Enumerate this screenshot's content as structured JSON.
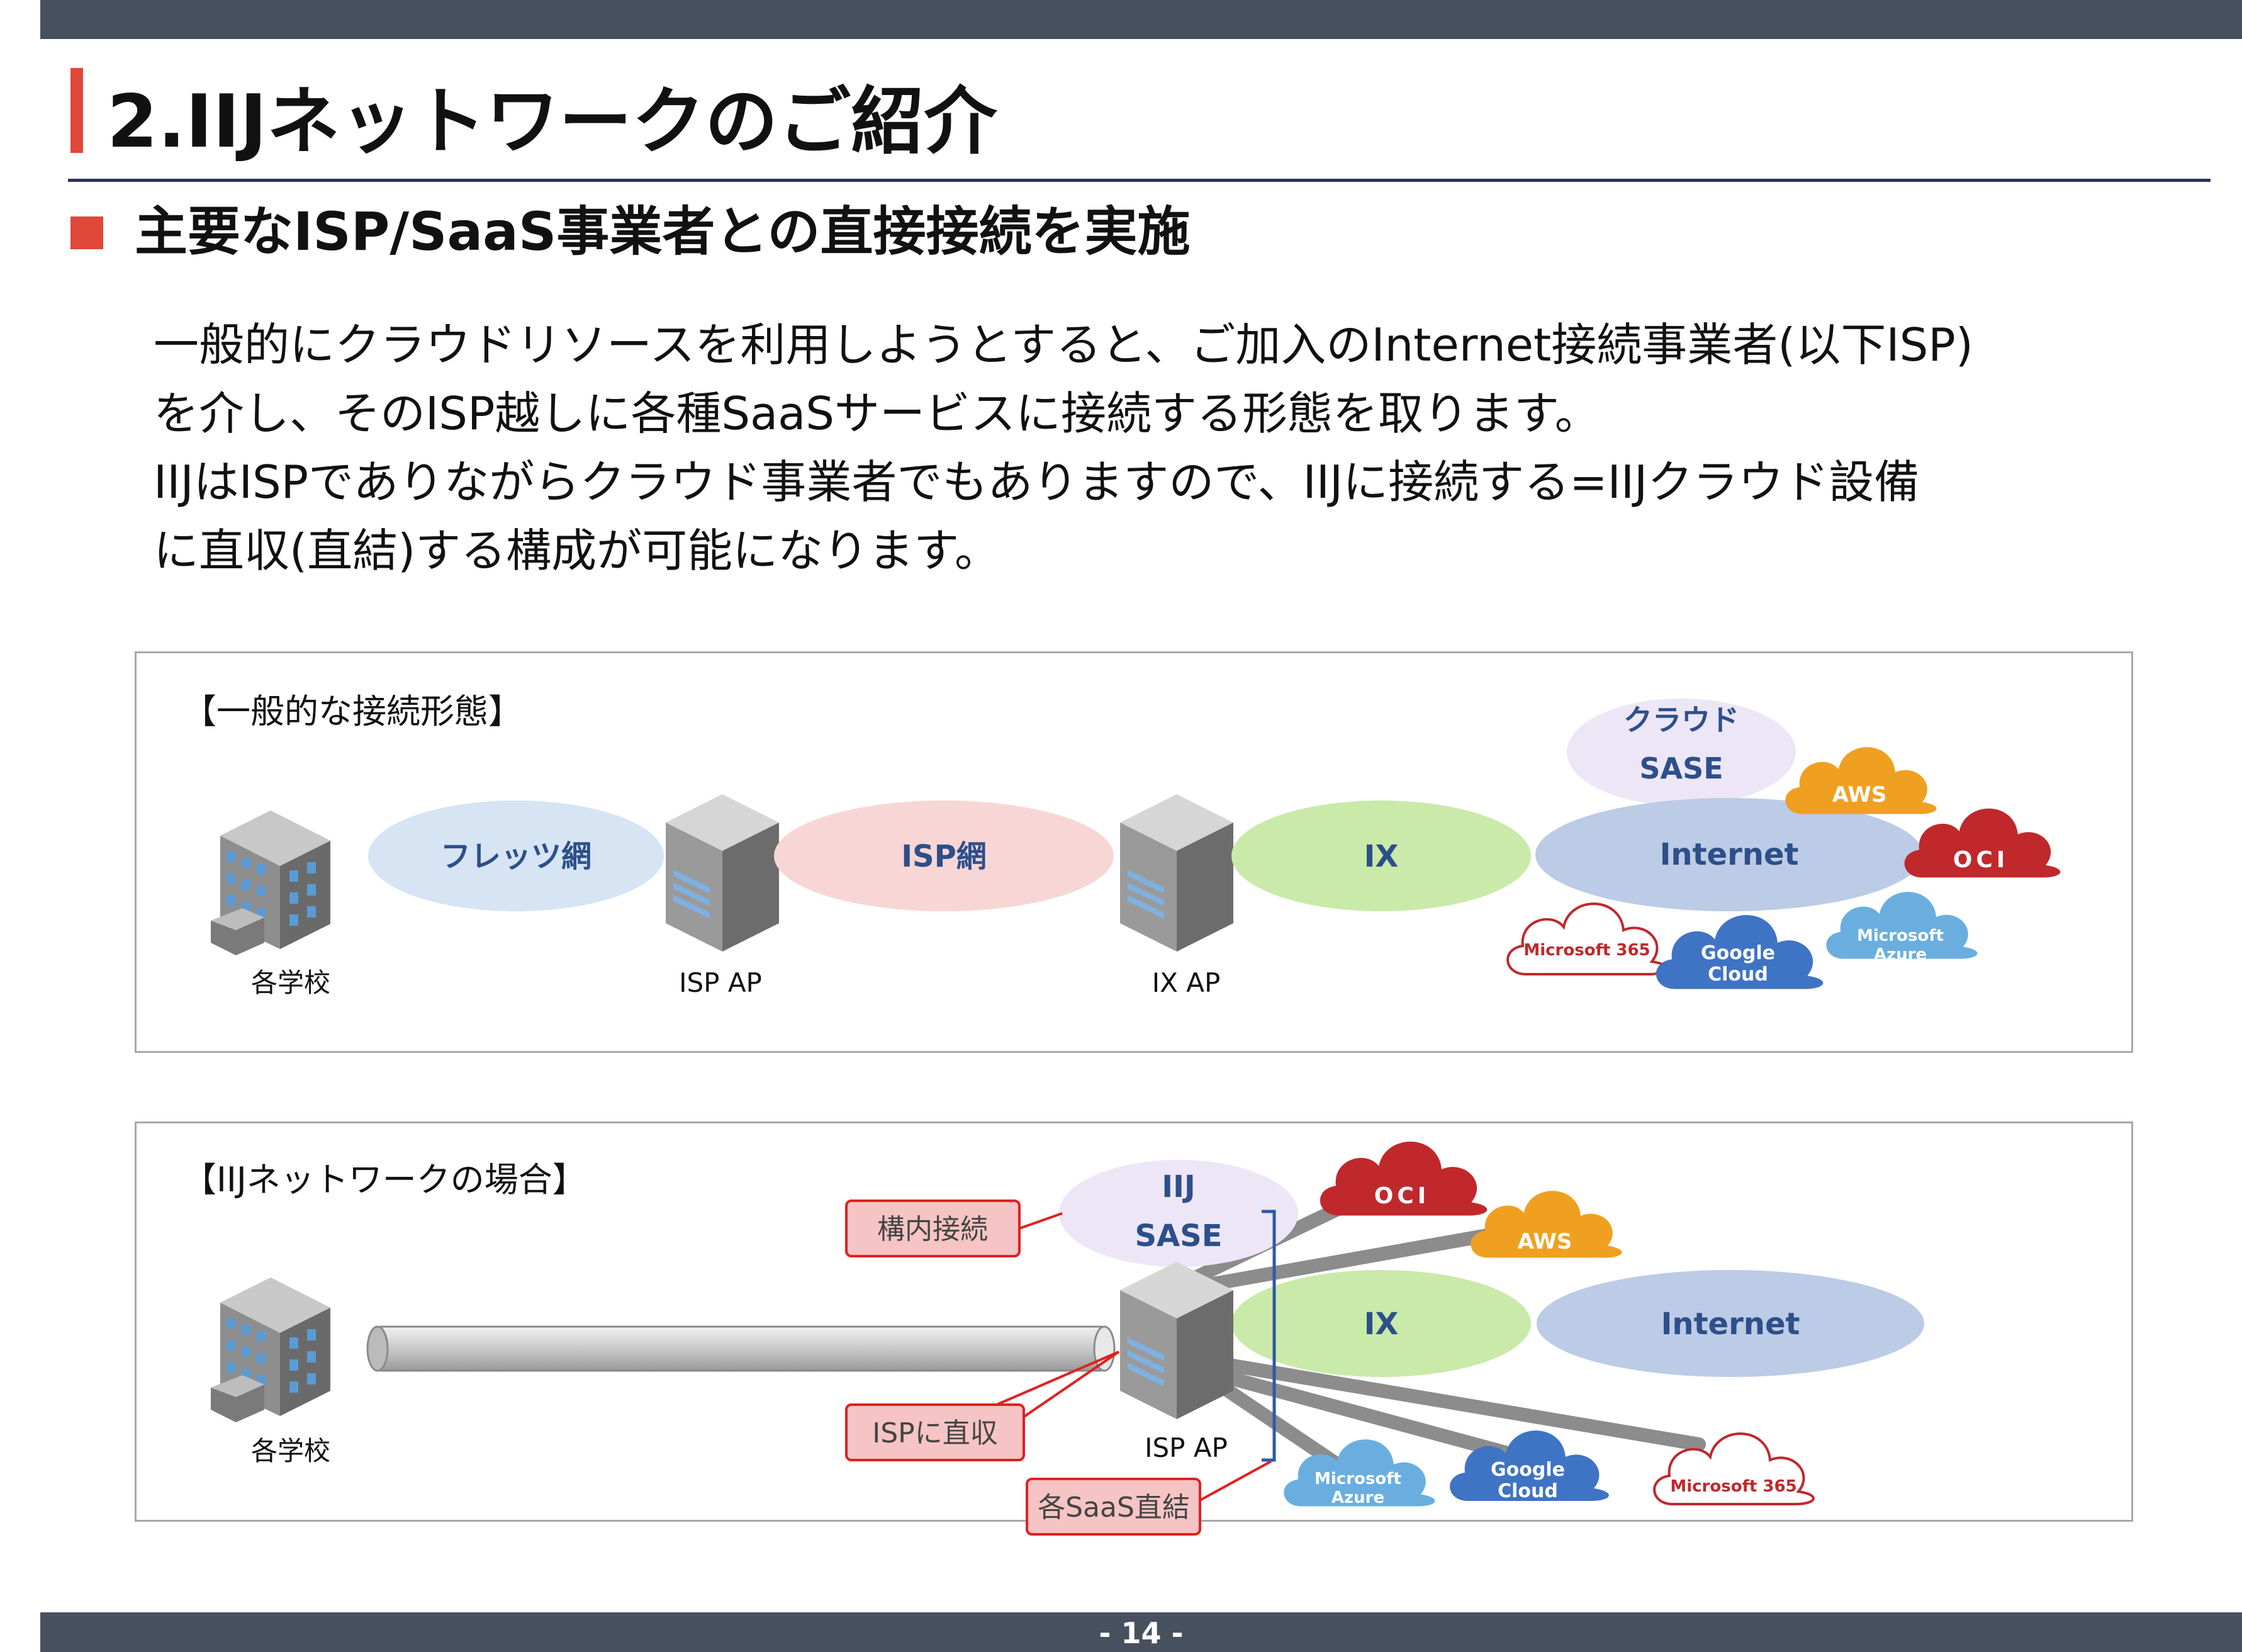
{
  "header": {
    "title": "2.IIJネットワークのご紹介"
  },
  "section": {
    "heading": "主要なISP/SaaS事業者との直接接続を実施"
  },
  "intro": {
    "lines": [
      "一般的にクラウドリソースを利用しようとすると、ご加入のInternet接続事業者(以下ISP)",
      "を介し、そのISP越しに各種SaaSサービスに接続する形態を取ります。",
      "IIJはISPでありながらクラウド事業者でもありますので、IIJに接続する=IIJクラウド設備",
      "に直収(直結)する構成が可能になります。"
    ]
  },
  "diagram_general": {
    "label": "【一般的な接続形態】",
    "school_caption": "各学校",
    "isp_ap_caption": "ISP AP",
    "ix_ap_caption": "IX AP",
    "flets": "フレッツ網",
    "isp_net": "ISP網",
    "ix": "IX",
    "internet": "Internet",
    "sase_line1": "クラウド",
    "sase_line2": "SASE",
    "clouds": {
      "aws": "AWS",
      "oci": "OCI",
      "m365": "Microsoft 365",
      "gcp_line1": "Google",
      "gcp_line2": "Cloud",
      "azure_line1": "Microsoft",
      "azure_line2": "Azure"
    }
  },
  "diagram_iij": {
    "label": "【IIJネットワークの場合】",
    "school_caption": "各学校",
    "isp_ap_caption": "ISP AP",
    "sase_line1": "IIJ",
    "sase_line2": "SASE",
    "ix": "IX",
    "internet": "Internet",
    "callout_internal": "構内接続",
    "callout_direct": "ISPに直収",
    "callout_saas": "各SaaS直結",
    "clouds": {
      "oci": "OCI",
      "aws": "AWS",
      "azure_line1": "Microsoft",
      "azure_line2": "Azure",
      "gcp_line1": "Google",
      "gcp_line2": "Cloud",
      "m365": "Microsoft 365"
    }
  },
  "footer": {
    "page": "- 14 -"
  },
  "colors": {
    "bar": "#47505e",
    "accent": "#e0483a",
    "flets": "#d6e4f3",
    "isp_net": "#f8d6d6",
    "ix": "#c9eaa8",
    "internet": "#bccbe6",
    "sase": "#ece6f6",
    "aws": "#f0a020",
    "oci": "#c0282c",
    "gcp": "#3f73c4",
    "azure": "#6aaee0",
    "callout_fill": "#f6c4c4",
    "callout_border": "#e02020"
  },
  "icons": [
    "school-building-icon",
    "server-icon",
    "cloud-icon"
  ]
}
